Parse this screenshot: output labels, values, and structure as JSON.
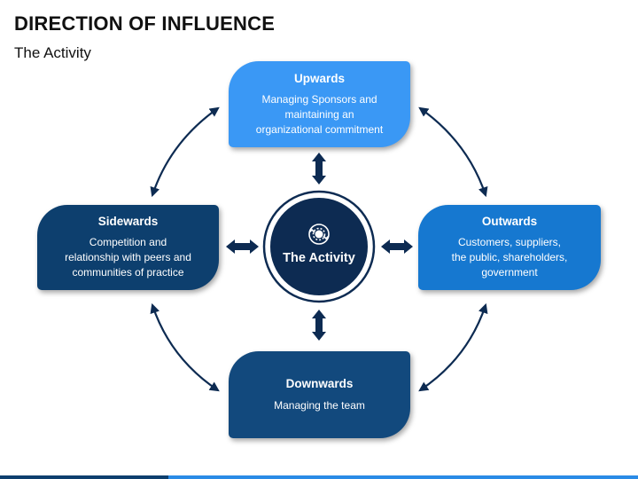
{
  "title": "DIRECTION OF INFLUENCE",
  "subtitle": "The Activity",
  "center": {
    "label": "The Activity",
    "icon": "gears-cycle-icon"
  },
  "boxes": {
    "upwards": {
      "heading": "Upwards",
      "lines": [
        "Managing Sponsors and",
        "maintaining an",
        "organizational commitment"
      ],
      "color": "#3a98f5"
    },
    "sidewards": {
      "heading": "Sidewards",
      "lines": [
        "Competition and",
        "relationship with peers and",
        "communities of practice"
      ],
      "color": "#0d3f6e"
    },
    "outwards": {
      "heading": "Outwards",
      "lines": [
        "Customers, suppliers,",
        "the public, shareholders,",
        "government"
      ],
      "color": "#1678d0"
    },
    "downwards": {
      "heading": "Downwards",
      "lines": [
        "Managing the team"
      ],
      "color": "#12497d"
    }
  },
  "colors": {
    "arrow": "#0d2b52",
    "center_fill": "#0d2b52"
  }
}
